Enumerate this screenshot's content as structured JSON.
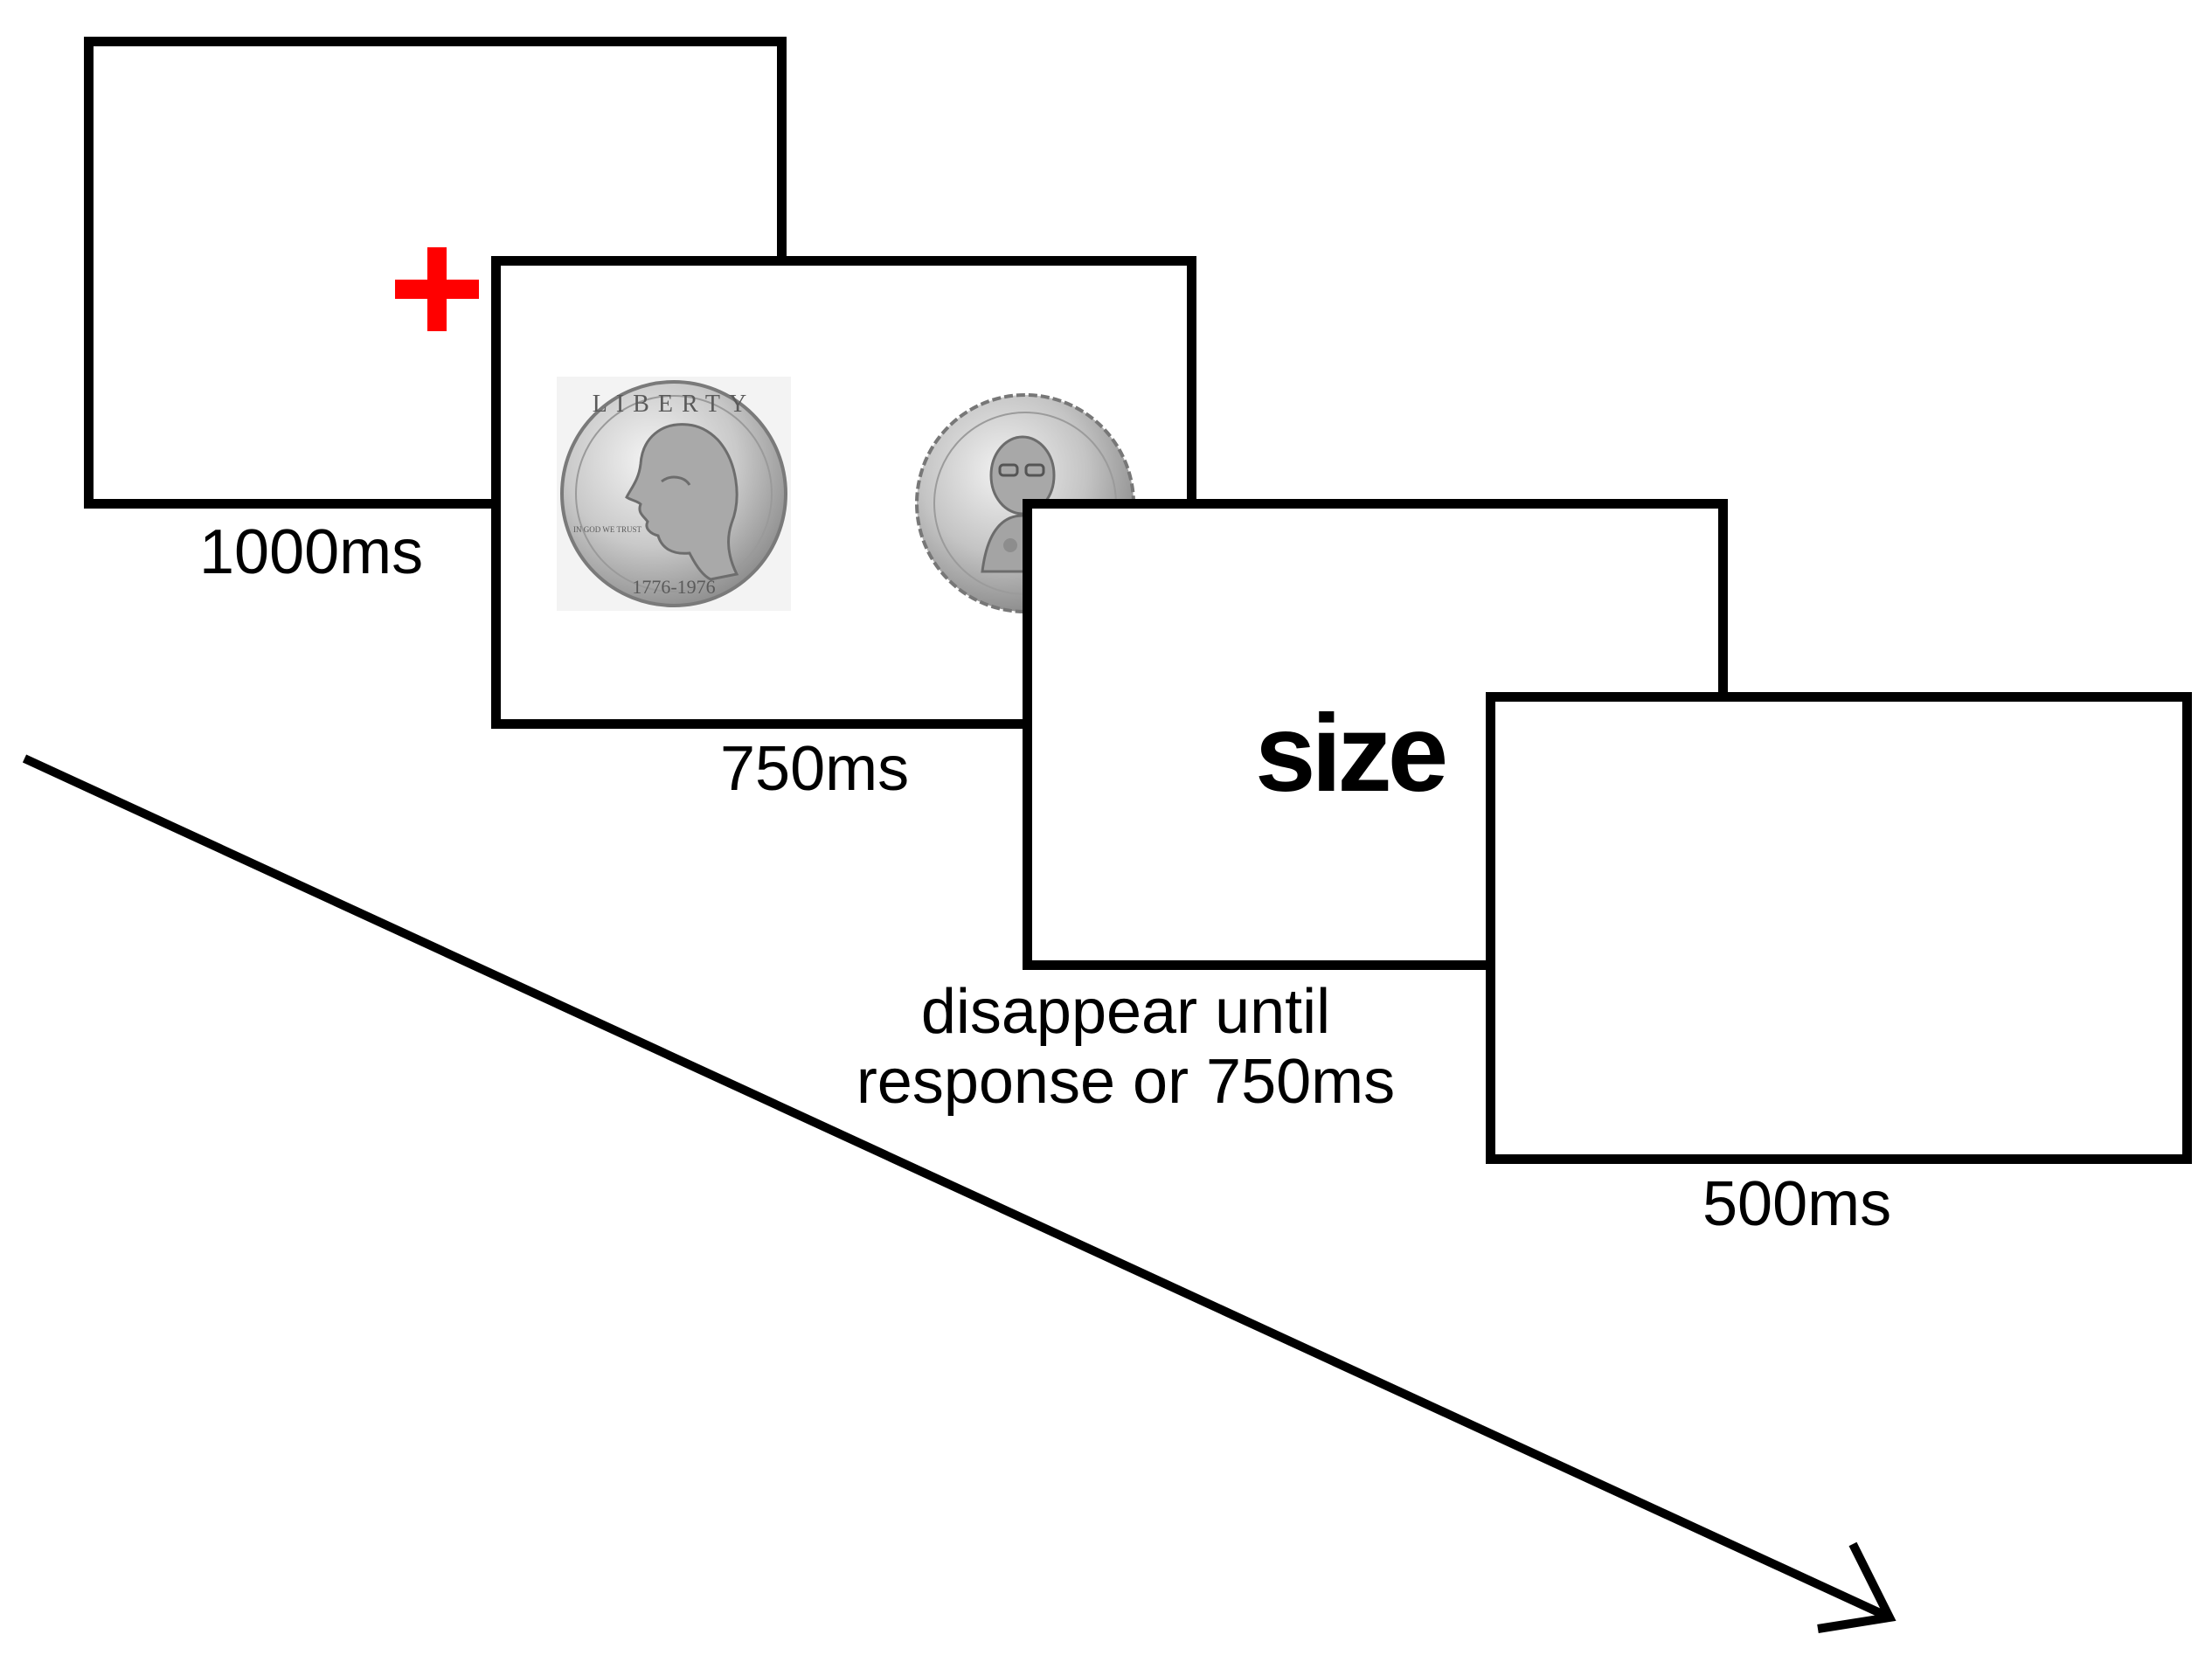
{
  "frames": [
    {
      "id": "fixation",
      "symbol": "+",
      "symbol_color": "#ff0000",
      "duration": "1000ms"
    },
    {
      "id": "stimulus",
      "stimuli": [
        {
          "icon": "us-dollar-coin-icon",
          "text": [
            "LIBERTY",
            "IN GOD WE TRUST",
            "1776-1976"
          ]
        },
        {
          "icon": "thai-baht-coin-icon"
        }
      ],
      "duration": "750ms"
    },
    {
      "id": "cue",
      "cue_word": "size",
      "duration_lines": [
        "disappear until",
        "response or 750ms"
      ]
    },
    {
      "id": "blank",
      "duration": "500ms"
    }
  ],
  "time_arrow": {
    "icon": "time-arrow-icon",
    "color": "#000000"
  }
}
